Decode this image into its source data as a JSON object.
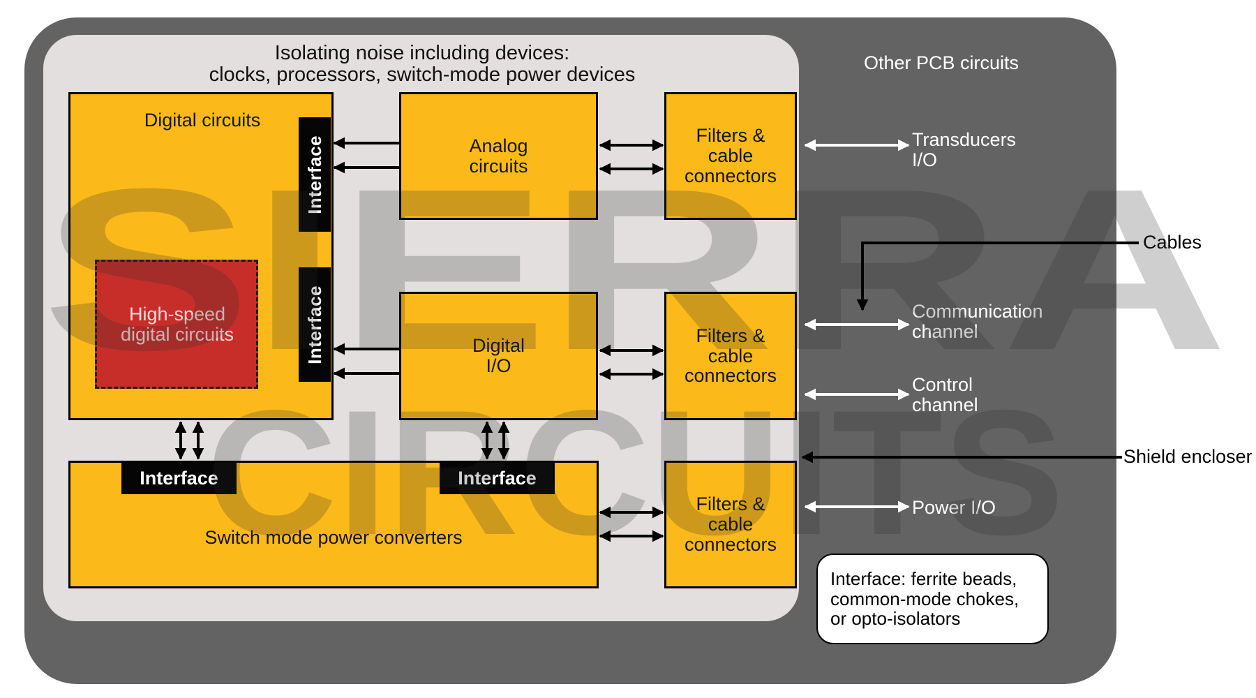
{
  "title": "Isolating noise including devices:\nclocks, processors, switch-mode power devices",
  "watermark": [
    "SIERRA",
    "CIRCUITS"
  ],
  "outer_label": "Other PCB circuits",
  "blocks": {
    "digital": "Digital circuits",
    "high_speed": "High-speed\ndigital circuits",
    "analog": "Analog\ncircuits",
    "digital_io": "Digital\nI/O",
    "power": "Switch mode power converters",
    "filters_1": "Filters &\ncable\nconnectors",
    "filters_2": "Filters &\ncable\nconnectors",
    "filters_3": "Filters &\ncable\nconnectors"
  },
  "interfaces": {
    "vertical_top": "Interface",
    "vertical_bottom": "Interface",
    "horizontal_left": "Interface",
    "horizontal_right": "Interface"
  },
  "io_labels": {
    "transducers": "Transducers\nI/O",
    "communication": "Communication\nchannel",
    "control": "Control\nchannel",
    "power": "Power I/O"
  },
  "callouts": {
    "cables": "Cables",
    "shield": "Shield encloser"
  },
  "note": "Interface: ferrite beads,\ncommon-mode chokes,\nor opto-isolators",
  "colors": {
    "block": "#fbb91a",
    "high_speed": "#c72e2a",
    "outer": "#636363",
    "inner": "#e2dfde",
    "interface": "#050505"
  }
}
